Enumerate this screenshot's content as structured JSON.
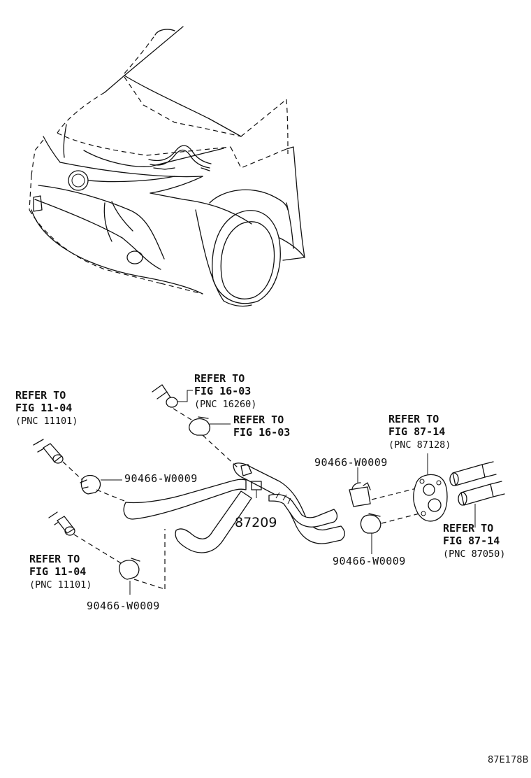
{
  "labels": {
    "refer_fig_11_04_top": {
      "line1": "REFER TO",
      "line2": "FIG 11-04",
      "line3": "(PNC 11101)"
    },
    "refer_fig_16_03_top": {
      "line1": "REFER TO",
      "line2": "FIG 16-03",
      "line3": "(PNC 16260)"
    },
    "refer_fig_16_03_mid": {
      "line1": "REFER TO",
      "line2": "FIG 16-03"
    },
    "refer_fig_87_14_top": {
      "line1": "REFER TO",
      "line2": "FIG 87-14",
      "line3": "(PNC 87128)"
    },
    "refer_fig_87_14_bottom": {
      "line1": "REFER TO",
      "line2": "FIG 87-14",
      "line3": "(PNC 87050)"
    },
    "refer_fig_11_04_bottom": {
      "line1": "REFER TO",
      "line2": "FIG 11-04",
      "line3": "(PNC 11101)"
    }
  },
  "parts": {
    "clamp_left_upper": "90466-W0009",
    "clamp_right_upper": "90466-W0009",
    "clamp_right_lower": "90466-W0009",
    "clamp_left_lower": "90466-W0009",
    "hose_main": "87209"
  },
  "figure_code": "87E178B"
}
